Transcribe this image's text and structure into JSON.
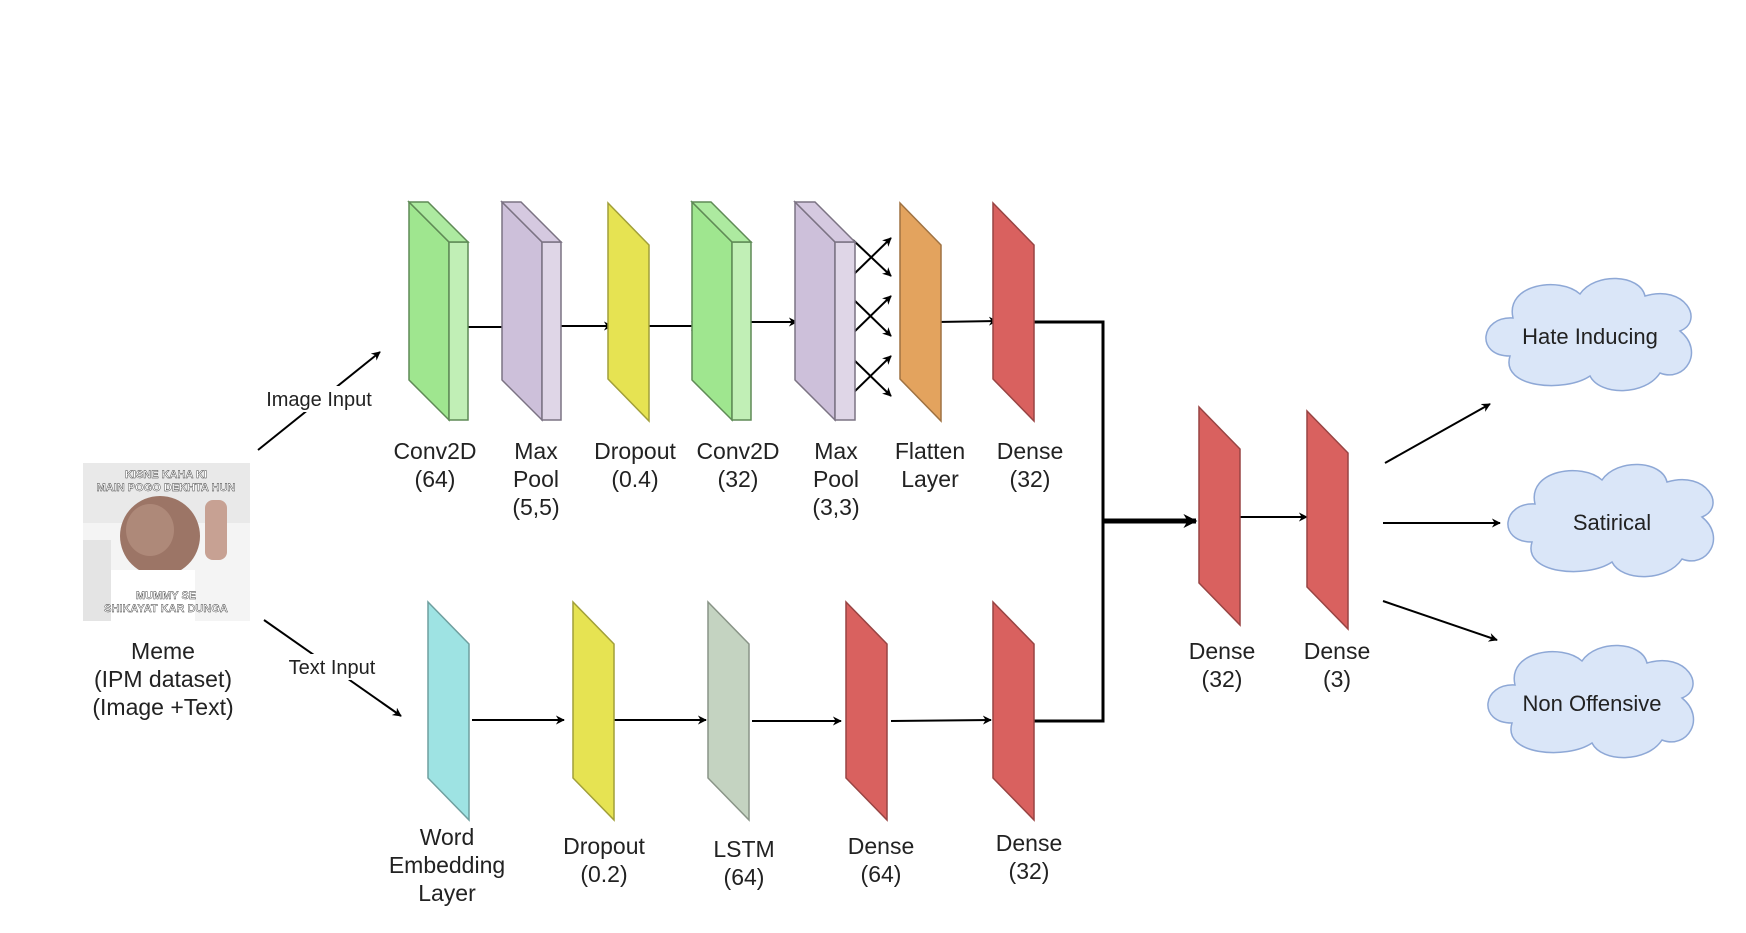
{
  "input": {
    "meme_caption_top": "KISNE KAHA KI\nMAIN POGO DEKHTA HUN",
    "meme_caption_bottom": "MUMMY SE\nSHIKAYAT KAR DUNGA",
    "label": [
      "Meme",
      "(IPM dataset)",
      "(Image +Text)"
    ]
  },
  "edges": {
    "image_input": "Image Input",
    "text_input": "Text Input"
  },
  "image_branch": [
    {
      "label": [
        "Conv2D",
        "(64)"
      ]
    },
    {
      "label": [
        "Max",
        "Pool",
        "(5,5)"
      ]
    },
    {
      "label": [
        "Dropout",
        "(0.4)"
      ]
    },
    {
      "label": [
        "Conv2D",
        "(32)"
      ]
    },
    {
      "label": [
        "Max",
        "Pool",
        "(3,3)"
      ]
    },
    {
      "label": [
        "Flatten",
        "Layer"
      ]
    },
    {
      "label": [
        "Dense",
        "(32)"
      ]
    }
  ],
  "text_branch": [
    {
      "label": [
        "Word",
        "Embedding",
        "Layer"
      ]
    },
    {
      "label": [
        "Dropout",
        "(0.2)"
      ]
    },
    {
      "label": [
        "LSTM",
        "(64)"
      ]
    },
    {
      "label": [
        "Dense",
        "(64)"
      ]
    },
    {
      "label": [
        "Dense",
        "(32)"
      ]
    }
  ],
  "merge": [
    {
      "label": [
        "Dense",
        "(32)"
      ]
    },
    {
      "label": [
        "Dense",
        "(3)"
      ]
    }
  ],
  "outputs": [
    "Hate Inducing",
    "Satirical",
    "Non Offensive"
  ],
  "colors": {
    "conv": "#9fe68f",
    "maxpool": "#cdc0da",
    "dropout": "#e6e352",
    "flatten": "#e3a35e",
    "dense": "#d9615f",
    "embedding": "#9ee3e3",
    "lstm": "#c4d3c1",
    "cloud": "#dae6f8"
  }
}
